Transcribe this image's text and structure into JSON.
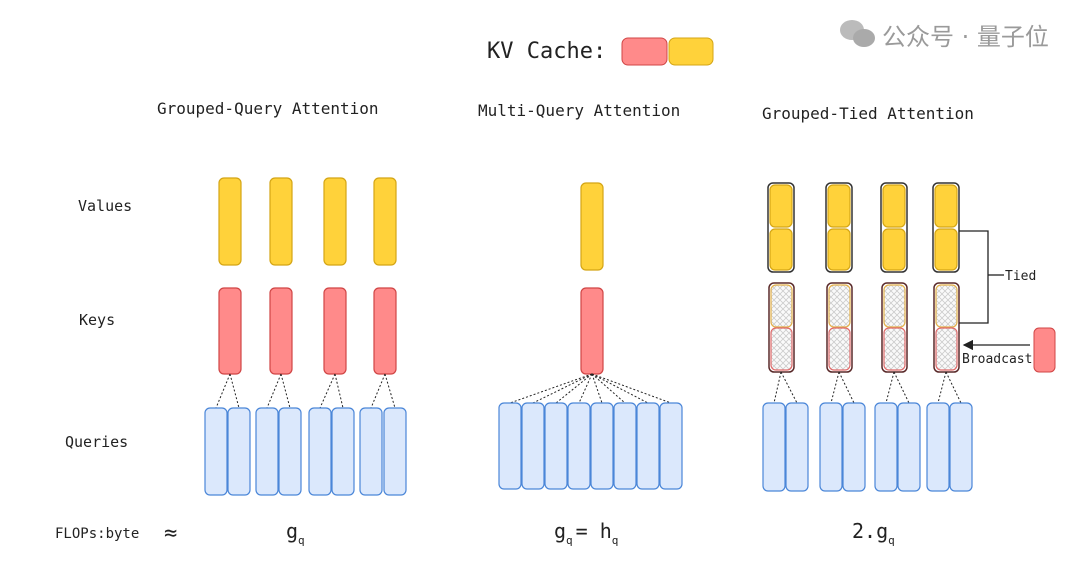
{
  "title": "KV Cache:",
  "colors": {
    "key": "#ff8a8a",
    "value": "#ffd23a",
    "query": "#dbe8fc",
    "query_stroke": "#4a86d8",
    "key_stroke": "#d04545",
    "value_stroke": "#d4a514"
  },
  "row_labels": {
    "values": "Values",
    "keys": "Keys",
    "queries": "Queries"
  },
  "panels": [
    {
      "title": "Grouped-Query Attention",
      "flops": "g",
      "flops_sub": "q",
      "kv_heads": 4,
      "queries_per_group": 2
    },
    {
      "title": "Multi-Query Attention",
      "flops": "g",
      "flops_sub": "q",
      "flops_rhs": "= h",
      "flops_rhs_sub": "q",
      "kv_heads": 1,
      "queries_per_group": 8
    },
    {
      "title": "Grouped-Tied Attention",
      "flops": "2.g",
      "flops_sub": "q",
      "kv_heads": 4,
      "queries_per_group": 2
    }
  ],
  "annotations": {
    "tied": "Tied",
    "broadcast": "Broadcast"
  },
  "flops_label": "FLOPs:byte",
  "approx_symbol": "≈",
  "watermark": "公众号 · 量子位"
}
